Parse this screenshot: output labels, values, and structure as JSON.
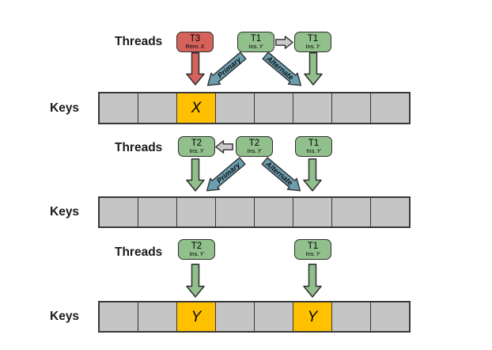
{
  "figure": "cuckoo-hashing-thread-diagram",
  "colors": {
    "thread_red": "#d5635c",
    "thread_green": "#91c08c",
    "hash_arrow_blue": "#6b9fb0",
    "transfer_arrow_gray": "#cacaca",
    "key_cell_gray": "#c5c5c5",
    "key_cell_orange": "#ffc000",
    "outline": "#2e2e2e"
  },
  "panels": [
    {
      "threads_label": "Threads",
      "keys_label": "Keys",
      "boxes": [
        {
          "id": "T3",
          "op": "Rem.",
          "key": "X"
        },
        {
          "id": "T1",
          "op": "Ins.",
          "key": "Y"
        },
        {
          "id": "T1",
          "op": "Ins.",
          "key": "Y"
        }
      ],
      "transfer_arrow_direction": "right",
      "arrows": {
        "primary": "Primary",
        "alternate": "Alternate"
      },
      "cells": [
        "",
        "",
        "X",
        "",
        "",
        "",
        "",
        ""
      ]
    },
    {
      "threads_label": "Threads",
      "keys_label": "Keys",
      "boxes": [
        {
          "id": "T2",
          "op": "Ins.",
          "key": "Y"
        },
        {
          "id": "T2",
          "op": "Ins.",
          "key": "Y"
        },
        {
          "id": "T1",
          "op": "Ins.",
          "key": "Y"
        }
      ],
      "transfer_arrow_direction": "left",
      "arrows": {
        "primary": "Primary",
        "alternate": "Alternate"
      },
      "cells": [
        "",
        "",
        "",
        "",
        "",
        "",
        "",
        ""
      ]
    },
    {
      "threads_label": "Threads",
      "keys_label": "Keys",
      "boxes": [
        {
          "id": "T2",
          "op": "Ins.",
          "key": "Y"
        },
        {
          "id": "T1",
          "op": "Ins.",
          "key": "Y"
        }
      ],
      "cells": [
        "",
        "",
        "Y",
        "",
        "",
        "Y",
        "",
        ""
      ]
    }
  ]
}
